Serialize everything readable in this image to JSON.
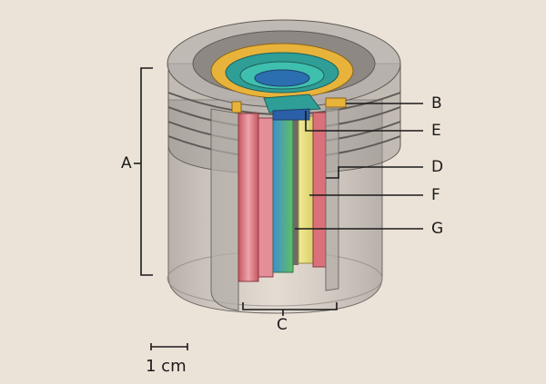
{
  "labels": {
    "A": "A",
    "B": "B",
    "C": "C",
    "D": "D",
    "E": "E",
    "F": "F",
    "G": "G"
  },
  "scale_bar": {
    "text": "1 cm"
  },
  "colors": {
    "background": "#ece3d8",
    "casing": "#9a9693",
    "gold_gasket": "#e8b33a",
    "teal_top": "#2e9e96",
    "red_layer": "#d9707a",
    "blue_core": "#4f9bd6",
    "green_core": "#5fbf63",
    "yellow_layer": "#e8e27a"
  }
}
